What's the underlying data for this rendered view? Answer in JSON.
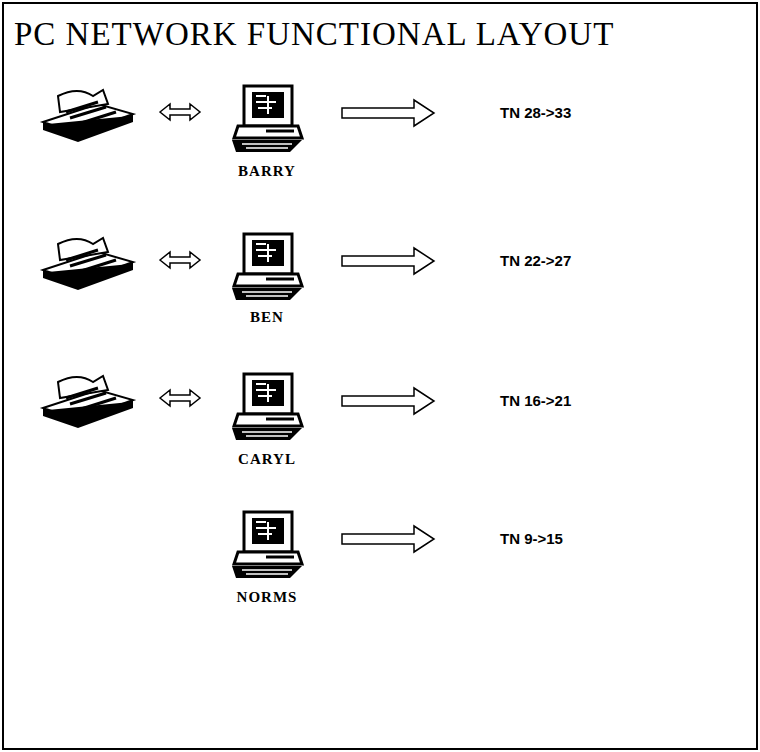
{
  "diagram": {
    "title": "PC NETWORK FUNCTIONAL LAYOUT",
    "nodes": [
      {
        "text": [
          "BARRY"
        ]
      },
      {
        "text": [
          "BEN"
        ]
      },
      {
        "text": [
          "CARYL"
        ]
      },
      {
        "text": [
          "NORMS"
        ]
      }
    ],
    "labels": [
      "TN 28->33",
      "TN 22->27",
      "TN 16->21",
      "TN 9->15"
    ]
  }
}
